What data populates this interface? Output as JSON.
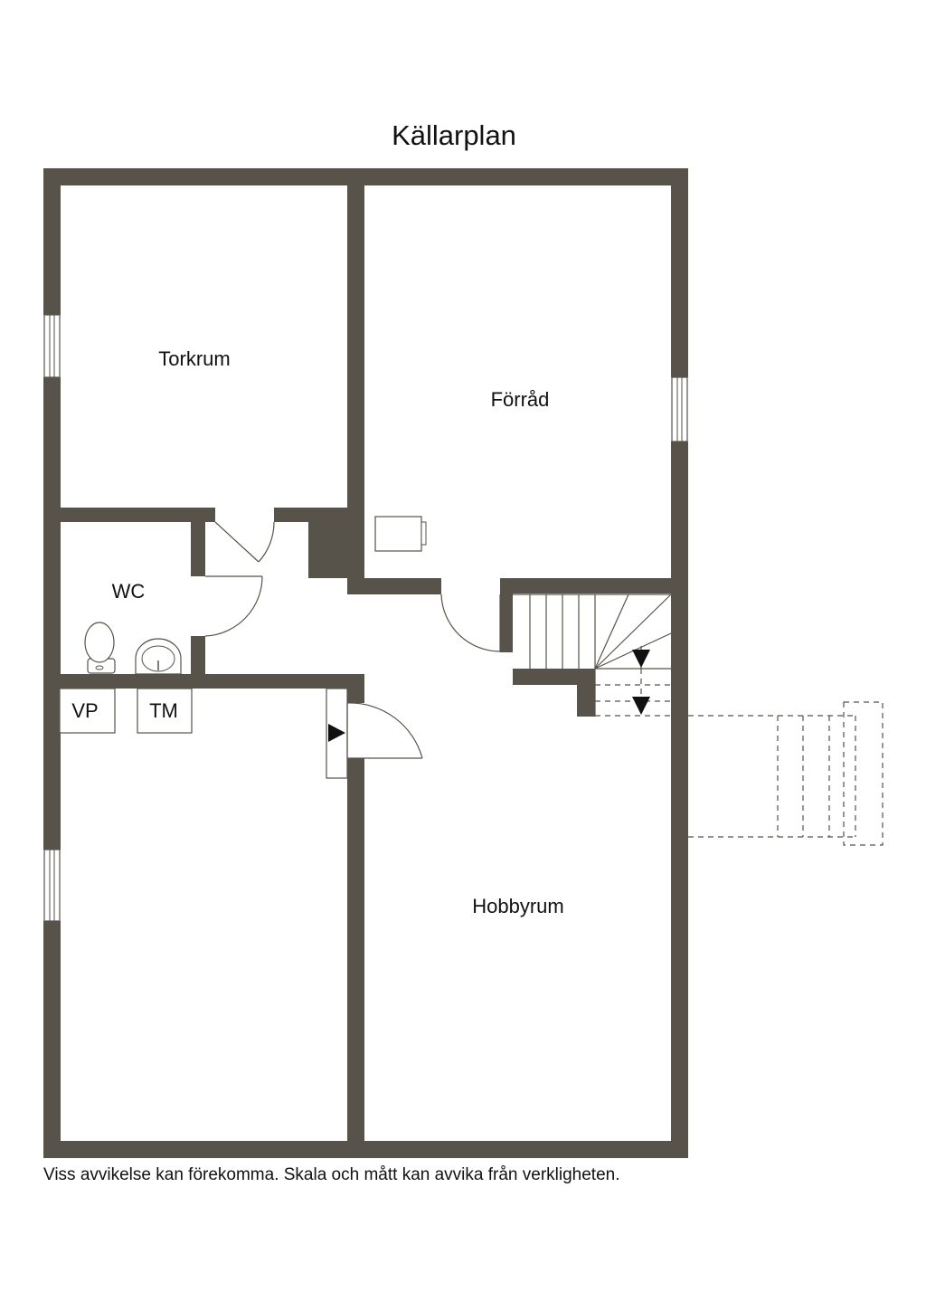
{
  "plan": {
    "title": "Källarplan",
    "disclaimer": "Viss avvikelse kan förekomma. Skala och mått kan avvika från verkligheten."
  },
  "rooms": {
    "torkrum": "Torkrum",
    "forrad": "Förråd",
    "wc": "WC",
    "vp": "VP",
    "tm": "TM",
    "hobbyrum": "Hobbyrum"
  },
  "colors": {
    "wall": "#57524a",
    "background": "#ffffff"
  }
}
